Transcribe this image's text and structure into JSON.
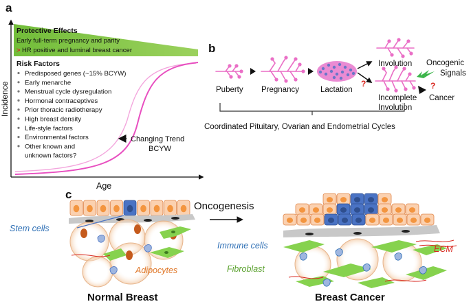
{
  "panel_a": {
    "letter": "a",
    "protective": {
      "title": "Protective Effects",
      "line1": "Early full-term pregnancy and parity",
      "arrow_glyph": ">",
      "line2": "HR positive and luminal breast cancer"
    },
    "risk_factors": {
      "title": "Risk Factors",
      "items": [
        "Predisposed genes (~15% BCYW)",
        "Early menarche",
        "Menstrual cycle dysregulation",
        "Hormonal contraceptives",
        "Prior thoracic radiotherapy",
        "High breast density",
        "Life-style factors",
        "Environmental factors",
        "Other known and",
        "unknown factors?"
      ]
    },
    "y_axis_label": "Incidence",
    "x_axis_label": "Age",
    "trend_label_1": "Changing Trend",
    "trend_label_2": "BCYW"
  },
  "panel_b": {
    "letter": "b",
    "stages": [
      "Puberty",
      "Pregnancy",
      "Lactation"
    ],
    "involution": "Involution",
    "incomplete_1": "Incomplete",
    "incomplete_2": "Involution",
    "oncogenic_1": "Oncogenic",
    "oncogenic_2": "Signals",
    "cancer": "Cancer",
    "question": "?",
    "cycles_caption": "Coordinated Pituitary, Ovarian and Endometrial Cycles"
  },
  "panel_c": {
    "letter": "c",
    "oncogenesis": "Oncogenesis",
    "stem_cells": "Stem cells",
    "adipocytes": "Adipocytes",
    "immune_cells": "Immune cells",
    "ecm": "ECM",
    "fibroblast": "Fibroblast",
    "normal_title": "Normal Breast",
    "cancer_title": "Breast Cancer"
  },
  "colors": {
    "protective_green": "#7dc242",
    "curve_pink": "#e84fc0",
    "epithelial_orange": "#f7a35c",
    "stem_blue": "#4a73c4",
    "adipocyte_orange": "#e0782a",
    "fibroblast_green": "#7ed04a",
    "ecm_red": "#d8261e",
    "immune_blue": "#2e6fb5",
    "question_red": "#d8261e"
  }
}
